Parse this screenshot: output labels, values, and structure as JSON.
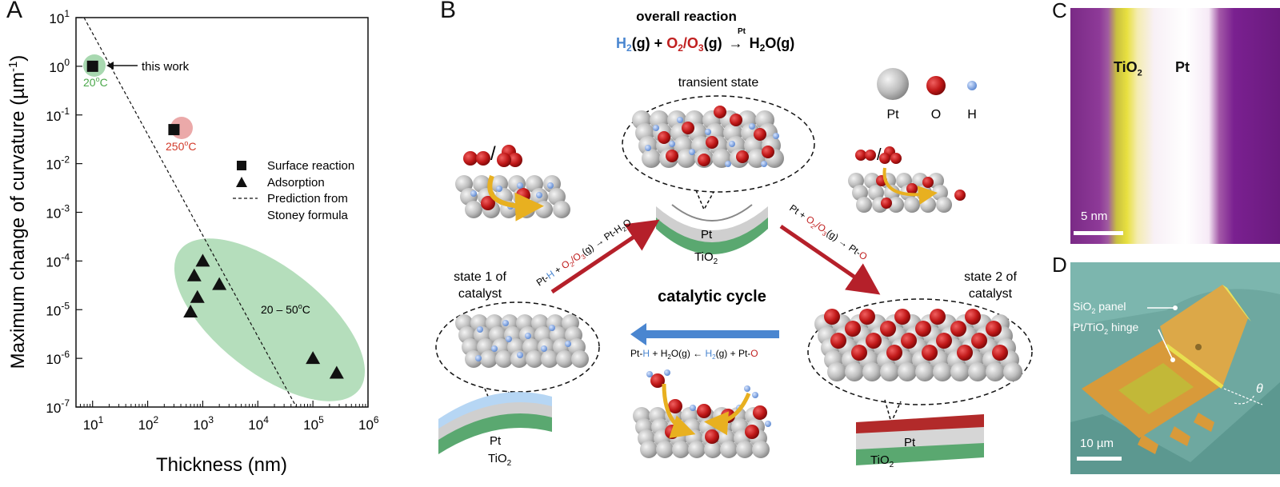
{
  "panels": {
    "a": "A",
    "b": "B",
    "c": "C",
    "d": "D"
  },
  "chart_data": {
    "type": "scatter",
    "xlabel": "Thickness (nm)",
    "ylabel": "Maximum change of curvature (µm",
    "ylabel_sup": "-1",
    "ylabel_tail": ")",
    "x_scale": "log",
    "y_scale": "log",
    "xlim": [
      5,
      1000000
    ],
    "ylim": [
      1e-07,
      10
    ],
    "x_ticks": [
      {
        "base": "10",
        "exp": "1"
      },
      {
        "base": "10",
        "exp": "2"
      },
      {
        "base": "10",
        "exp": "3"
      },
      {
        "base": "10",
        "exp": "4"
      },
      {
        "base": "10",
        "exp": "5"
      },
      {
        "base": "10",
        "exp": "6"
      }
    ],
    "y_ticks": [
      {
        "base": "10",
        "exp": "1"
      },
      {
        "base": "10",
        "exp": "0"
      },
      {
        "base": "10",
        "exp": "-1"
      },
      {
        "base": "10",
        "exp": "-2"
      },
      {
        "base": "10",
        "exp": "-3"
      },
      {
        "base": "10",
        "exp": "-4"
      },
      {
        "base": "10",
        "exp": "-5"
      },
      {
        "base": "10",
        "exp": "-6"
      },
      {
        "base": "10",
        "exp": "-7"
      }
    ],
    "legend": {
      "placement": "middle-right",
      "surface": "Surface reaction",
      "adsorption": "Adsorption",
      "prediction_1": "Prediction from",
      "prediction_2": "Stoney formula"
    },
    "series": [
      {
        "name": "Surface reaction",
        "marker": "square",
        "points": [
          {
            "x": 10,
            "y": 1.0
          },
          {
            "x": 300,
            "y": 0.05
          }
        ]
      },
      {
        "name": "Adsorption",
        "marker": "triangle",
        "points": [
          {
            "x": 1000,
            "y": 0.0001
          },
          {
            "x": 700,
            "y": 5e-05
          },
          {
            "x": 2000,
            "y": 3.3e-05
          },
          {
            "x": 800,
            "y": 1.8e-05
          },
          {
            "x": 600,
            "y": 9e-06
          },
          {
            "x": 100000,
            "y": 1e-06
          },
          {
            "x": 270000,
            "y": 5e-07
          }
        ]
      },
      {
        "name": "Prediction from Stoney formula",
        "style": "dashed",
        "points": [
          {
            "x": 7,
            "y": 10
          },
          {
            "x": 50000,
            "y": 1e-07
          }
        ]
      }
    ],
    "annotations": {
      "this_work": "this work",
      "t20": "20",
      "t20_sup": "o",
      "t20_unit": "C",
      "t250": "250",
      "t250_sup": "o",
      "t250_unit": "C",
      "range": "20 – 50",
      "range_sup": "o",
      "range_unit": "C"
    },
    "colors": {
      "green_fill": "#a8d8b0",
      "red_fill": "#eba9a9",
      "green_text": "#4aa84a",
      "red_text": "#d23a2a"
    }
  },
  "diagram": {
    "overall_title": "overall reaction",
    "eq_h2": "H",
    "eq_h2_sub": "2",
    "eq_g1": "(g) +",
    "eq_o2": "O",
    "eq_o2_sub": "2",
    "eq_slash": "/O",
    "eq_o3_sub": "3",
    "eq_g2": "(g)",
    "eq_pt": "Pt",
    "eq_arrow": "→",
    "eq_h2o": "H",
    "eq_h2o_sub": "2",
    "eq_h2o_tail": "O(g)",
    "transient": "transient state",
    "legend_pt": "Pt",
    "legend_o": "O",
    "legend_h": "H",
    "state1_l1": "state 1 of",
    "state1_l2": "catalyst",
    "state2_l1": "state 2 of",
    "state2_l2": "catalyst",
    "cycle": "catalytic cycle",
    "pt": "Pt",
    "tio": "TiO",
    "tio_sub": "2",
    "slash": "/",
    "r_left_1": "Pt-",
    "r_left_h": "H",
    "r_left_2": " + ",
    "r_left_o": "O",
    "r_left_o2": "2",
    "r_left_o3": "/O",
    "r_left_o3s": "3",
    "r_left_3": "(g) → Pt-H",
    "r_left_4": "2",
    "r_left_5": "O",
    "r_right_1": "Pt + ",
    "r_right_o": "O",
    "r_right_o2": "2",
    "r_right_o3": "/O",
    "r_right_o3s": "3",
    "r_right_2": "(g) → Pt-",
    "r_right_3": "O",
    "r_bottom_1": "Pt-",
    "r_bottom_h": "H",
    "r_bottom_2": " + H",
    "r_bottom_2s": "2",
    "r_bottom_3": "O(g) ← ",
    "r_bottom_h2": "H",
    "r_bottom_h2s": "2",
    "r_bottom_4": "(g) + Pt-",
    "r_bottom_o": "O",
    "colors": {
      "red": "#b5202a",
      "blue": "#4a86d0",
      "pt_gray": "#b8b8b8",
      "o_red": "#c01818",
      "h_blue": "#7ea6e0",
      "green": "#5aa870"
    }
  },
  "micrograph_c": {
    "tio2": "TiO",
    "tio2_sub": "2",
    "pt": "Pt",
    "scale": "5 nm"
  },
  "micrograph_d": {
    "panel_label": "SiO",
    "panel_sub": "2",
    "panel_tail": " panel",
    "hinge_1": "Pt/TiO",
    "hinge_sub": "2",
    "hinge_tail": " hinge",
    "theta": "θ",
    "scale": "10 µm"
  }
}
